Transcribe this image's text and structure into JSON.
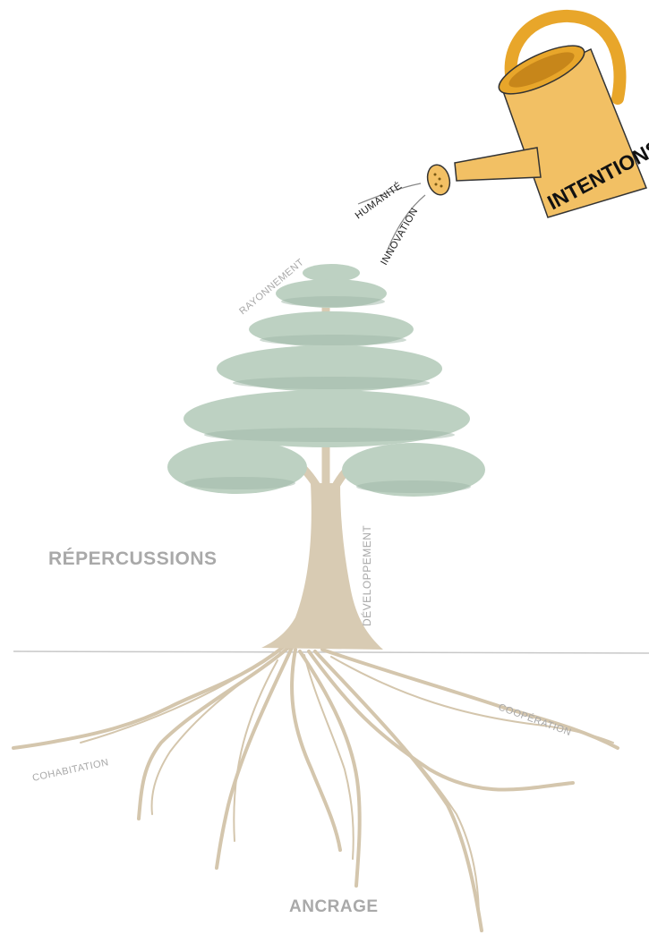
{
  "diagram": {
    "labels": {
      "repercussions": "RÉPERCUSSIONS",
      "rayonnement": "RAYONNEMENT",
      "developpement": "DÉVELOPPEMENT",
      "cohabitation": "COHABITATION",
      "cooperation": "COOPÉRATION",
      "ancrage": "ANCRAGE",
      "humanite": "HUMANITÉ",
      "innovation": "INNOVATION",
      "intentions": "INTENTIONS"
    },
    "icons": [
      "watering-can-icon",
      "tree-icon",
      "roots-icon"
    ],
    "colors": {
      "foliage": "#bdd1c2",
      "foliage_shadow": "#9fb8a8",
      "trunk": "#d8cbb3",
      "roots": "#d4c6ad",
      "ground": "#c8c8c8",
      "can_body": "#f2c064",
      "can_handle": "#e8a62a",
      "label_grey": "#a8a8a8",
      "label_dark": "#1a1a1a"
    }
  }
}
